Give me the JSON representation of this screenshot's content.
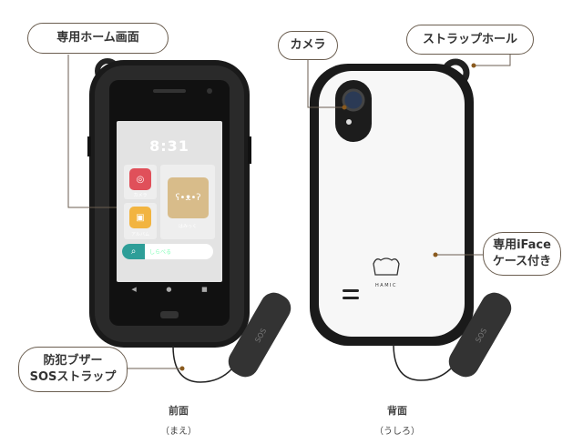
{
  "callouts": {
    "home_screen": "専用ホーム画面",
    "camera": "カメラ",
    "strap_hole": "ストラップホール",
    "iface_case_line1": "専用iFace",
    "iface_case_line2": "ケース付き",
    "sos_line1": "防犯ブザー",
    "sos_line2": "SOSストラップ"
  },
  "screen": {
    "time": "8:31",
    "apps": [
      {
        "label": "カメラ",
        "icon": "camera-icon"
      },
      {
        "label": "アルバム",
        "icon": "album-icon"
      },
      {
        "label": "はみっく",
        "icon": "bear-icon"
      }
    ],
    "search_placeholder": "しらべる"
  },
  "strap_text": "SOS",
  "case_logo": "HAMIC",
  "captions": {
    "front": "前面",
    "front_sub": "（まえ）",
    "back": "背面",
    "back_sub": "（うしろ）"
  },
  "colors": {
    "border": "#6b5e50",
    "dot": "#8a5a1e",
    "teal": "#2e9e98",
    "camera_app": "#e0505a",
    "album_app": "#f2b440",
    "bear_app": "#d8bc8a"
  }
}
